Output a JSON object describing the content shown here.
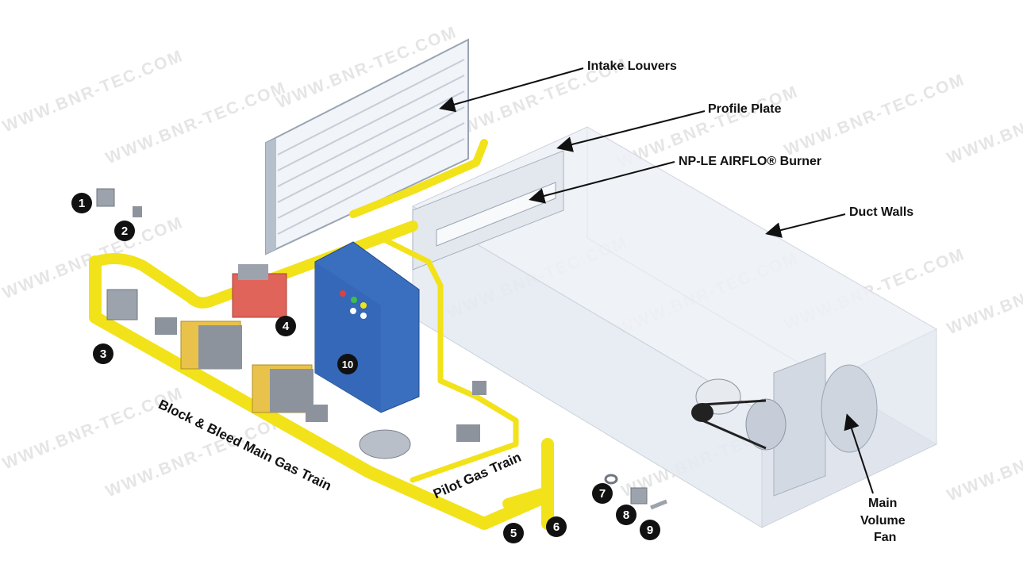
{
  "watermark": "WWW.BNR-TEC.COM",
  "labels": {
    "intake_louvers": "Intake Louvers",
    "profile_plate": "Profile Plate",
    "burner": "NP-LE AIRFLO® Burner",
    "duct_walls": "Duct Walls",
    "fan_line1": "Main",
    "fan_line2": "Volume",
    "fan_line3": "Fan",
    "block_bleed": "Block & Bleed Main Gas Train",
    "pilot_train": "Pilot Gas Train"
  },
  "callouts": [
    "1",
    "2",
    "3",
    "4",
    "5",
    "6",
    "7",
    "8",
    "9",
    "10"
  ],
  "colors": {
    "pipe": "#f2e21a",
    "panel": "#3a6fc0",
    "burner_valve": "#e0645a",
    "duct": "#e6ebf2",
    "actuator": "#e8c24a"
  }
}
